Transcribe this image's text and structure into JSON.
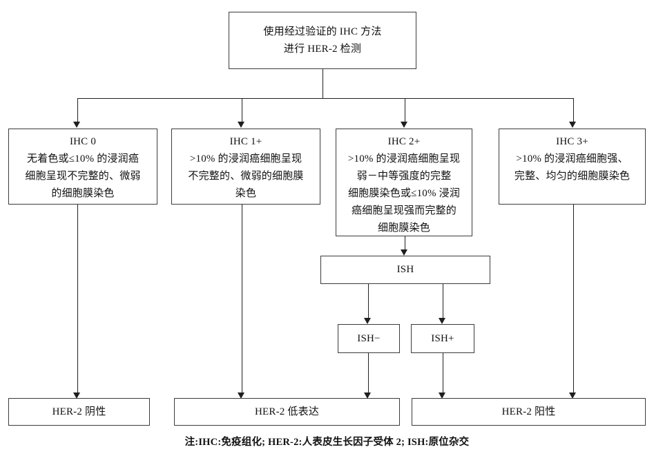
{
  "diagram": {
    "title_node": {
      "lines": [
        "使用经过验证的 IHC 方法",
        "进行 HER-2 检测"
      ]
    },
    "ihc_nodes": [
      {
        "header": "IHC  0",
        "lines": [
          "无着色或≤10% 的浸润癌",
          "细胞呈现不完整的、微弱",
          "的细胞膜染色"
        ]
      },
      {
        "header": "IHC  1+",
        "lines": [
          ">10% 的浸润癌细胞呈现",
          "不完整的、微弱的细胞膜",
          "染色"
        ]
      },
      {
        "header": "IHC  2+",
        "lines": [
          ">10% 的浸润癌细胞呈现",
          "弱－中等强度的完整",
          "细胞膜染色或≤10% 浸润",
          "癌细胞呈现强而完整的",
          "细胞膜染色"
        ]
      },
      {
        "header": "IHC  3+",
        "lines": [
          ">10% 的浸润癌细胞强、",
          "完整、均匀的细胞膜染色"
        ]
      }
    ],
    "ish_node": {
      "label": "ISH"
    },
    "ish_result_nodes": [
      {
        "label": "ISH−"
      },
      {
        "label": "ISH+"
      }
    ],
    "outcome_nodes": [
      {
        "label": "HER-2 阴性"
      },
      {
        "label": "HER-2 低表达"
      },
      {
        "label": "HER-2 阳性"
      }
    ],
    "footnote": "注:IHC:免疫组化; HER-2:人表皮生长因子受体 2; ISH:原位杂交",
    "colors": {
      "box_border": "#3a3a3a",
      "connector": "#1f1f1f",
      "text": "#111111",
      "background": "#ffffff"
    }
  }
}
